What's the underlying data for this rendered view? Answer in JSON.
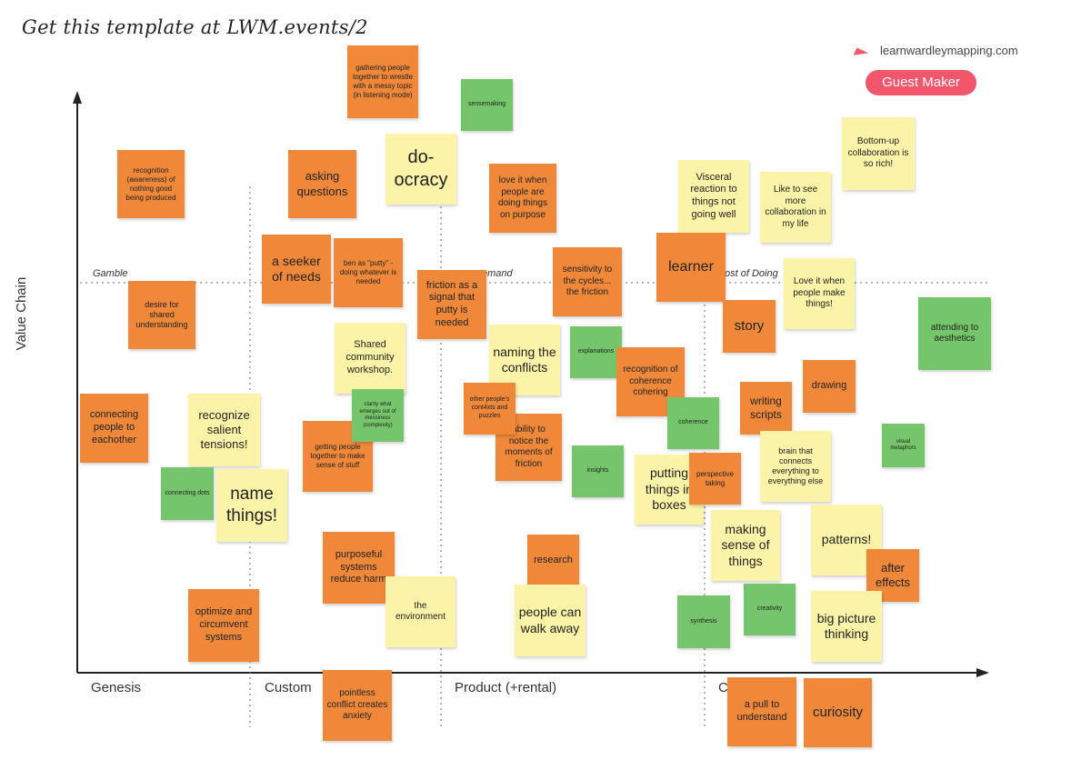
{
  "header": {
    "title": "Get this template at LWM.events/2",
    "brand_url": "learnwardleymapping.com",
    "badge": "Guest Maker"
  },
  "axes": {
    "y_label": "Value Chain",
    "stages": [
      "Genesis",
      "Custom",
      "Product (+rental)",
      "C"
    ],
    "cost_lines": [
      "Gamble",
      "emand",
      "ost of Doing"
    ]
  },
  "notes": [
    {
      "text": "gathering people together to wrestle with a messy topic (in listening mode)",
      "color": "orange"
    },
    {
      "text": "sensemaking",
      "color": "green"
    },
    {
      "text": "recognition (awareness) of nothing good being produced",
      "color": "orange"
    },
    {
      "text": "asking questions",
      "color": "orange"
    },
    {
      "text": "do-ocracy",
      "color": "yellow"
    },
    {
      "text": "love it when people are doing things on purpose",
      "color": "orange"
    },
    {
      "text": "Visceral reaction to things not going well",
      "color": "yellow"
    },
    {
      "text": "Like to see more collaboration in my life",
      "color": "yellow"
    },
    {
      "text": "Bottom-up collaboration is so rich!",
      "color": "yellow"
    },
    {
      "text": "a seeker of needs",
      "color": "orange"
    },
    {
      "text": "ben as \"putty\" - doing whatever is needed",
      "color": "orange"
    },
    {
      "text": "friction as a signal that putty is needed",
      "color": "orange"
    },
    {
      "text": "sensitivity to the cycles... the friction",
      "color": "orange"
    },
    {
      "text": "learner",
      "color": "orange"
    },
    {
      "text": "Love it when people make things!",
      "color": "yellow"
    },
    {
      "text": "desire for shared understanding",
      "color": "orange"
    },
    {
      "text": "Shared community workshop.",
      "color": "yellow"
    },
    {
      "text": "naming the conflicts",
      "color": "yellow"
    },
    {
      "text": "explanations",
      "color": "green"
    },
    {
      "text": "recognition of coherence cohering",
      "color": "orange"
    },
    {
      "text": "story",
      "color": "orange"
    },
    {
      "text": "attending to aesthetics",
      "color": "green"
    },
    {
      "text": "drawing",
      "color": "orange"
    },
    {
      "text": "connecting people to eachother",
      "color": "orange"
    },
    {
      "text": "recognize salient tensions!",
      "color": "yellow"
    },
    {
      "text": "clarity what emerges out of messiness (complexity)",
      "color": "green"
    },
    {
      "text": "other people's cont4xts and puzzles",
      "color": "orange"
    },
    {
      "text": "ability to notice the moments of friction",
      "color": "orange"
    },
    {
      "text": "coherence",
      "color": "green"
    },
    {
      "text": "writing scripts",
      "color": "orange"
    },
    {
      "text": "visual metaphors",
      "color": "green"
    },
    {
      "text": "getting people together to make sense of stuff",
      "color": "orange"
    },
    {
      "text": "insights",
      "color": "green"
    },
    {
      "text": "putting things in boxes",
      "color": "yellow"
    },
    {
      "text": "perspective taking",
      "color": "orange"
    },
    {
      "text": "brain that connects everything to everything else",
      "color": "yellow"
    },
    {
      "text": "connecting dots",
      "color": "green"
    },
    {
      "text": "name things!",
      "color": "yellow"
    },
    {
      "text": "making sense of things",
      "color": "yellow"
    },
    {
      "text": "patterns!",
      "color": "yellow"
    },
    {
      "text": "after effects",
      "color": "orange"
    },
    {
      "text": "purposeful systems reduce harm",
      "color": "orange"
    },
    {
      "text": "research",
      "color": "orange"
    },
    {
      "text": "the environment",
      "color": "yellow"
    },
    {
      "text": "people can walk away",
      "color": "yellow"
    },
    {
      "text": "synthesis",
      "color": "green"
    },
    {
      "text": "creativity",
      "color": "green"
    },
    {
      "text": "big picture thinking",
      "color": "yellow"
    },
    {
      "text": "optimize and circumvent systems",
      "color": "orange"
    },
    {
      "text": "pointless conflict creates anxiety",
      "color": "orange"
    },
    {
      "text": "a pull to understand",
      "color": "orange"
    },
    {
      "text": "curiosity",
      "color": "orange"
    }
  ]
}
